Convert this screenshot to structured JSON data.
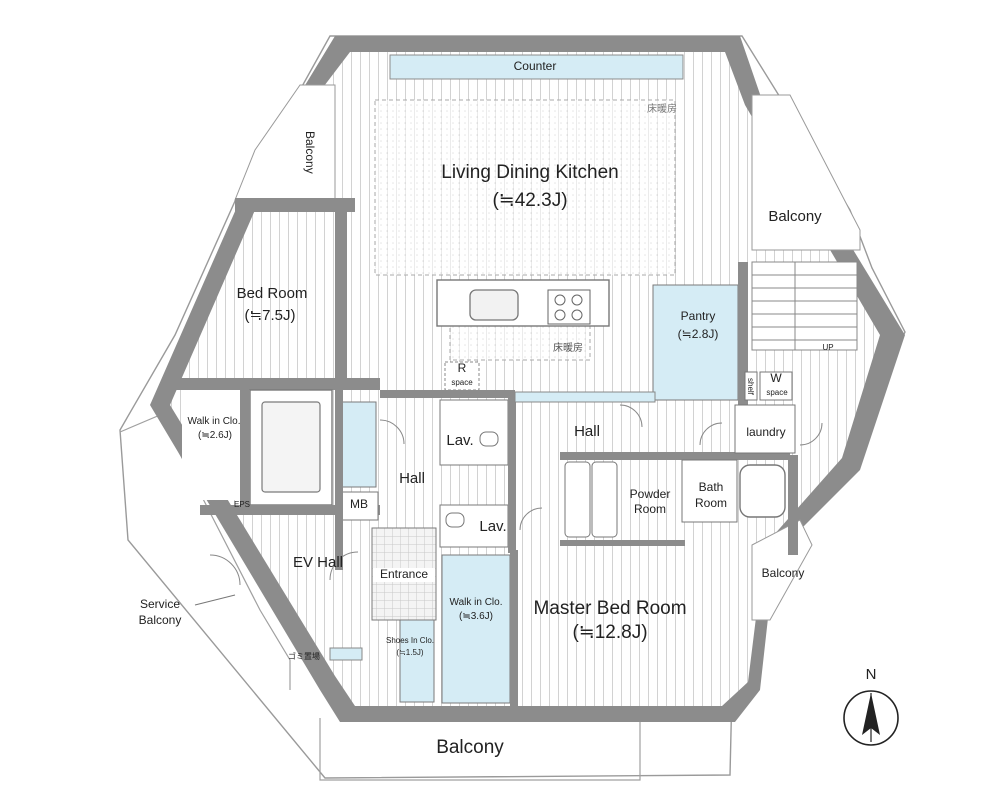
{
  "rooms": {
    "counter": "Counter",
    "ldk": {
      "name": "Living  Dining Kitchen",
      "area": "(≒42.3J)"
    },
    "floor_heat_1": "床暖房",
    "floor_heat_2": "床暖房",
    "balcony_nw": "Balcony",
    "balcony_ne": "Balcony",
    "balcony_e": "Balcony",
    "balcony_s": "Balcony",
    "bed_room": {
      "name": "Bed Room",
      "area": "(≒7.5J)"
    },
    "pantry": {
      "name": "Pantry",
      "area": "(≒2.8J)"
    },
    "r_space": {
      "letter": "R",
      "sub": "space"
    },
    "shelf": "shelf",
    "w_space": {
      "letter": "W",
      "sub": "space"
    },
    "up": "UP",
    "laundry": "laundry",
    "walk_in_clo_small": {
      "name": "Walk in Clo.",
      "area": "(≒2.6J)"
    },
    "hall_left": "Hall",
    "hall_center": "Hall",
    "lav_1": "Lav.",
    "lav_2": "Lav.",
    "mb": "MB",
    "eps": "EPS",
    "powder_room": {
      "line1": "Powder",
      "line2": "Room"
    },
    "bath_room": {
      "line1": "Bath",
      "line2": "Room"
    },
    "ev_hall": "EV  Hall",
    "entrance": "Entrance",
    "walk_in_clo_master": {
      "name": "Walk in Clo.",
      "area": "(≒3.6J)"
    },
    "master_bed_room": {
      "name": "Master Bed Room",
      "area": "(≒12.8J)"
    },
    "shoes_in_clo": {
      "name": "Shoes In Clo.",
      "area": "(≒1.5J)"
    },
    "garbage": "ゴミ置場",
    "service_balcony": {
      "line1": "Service",
      "line2": "Balcony"
    }
  },
  "compass": {
    "label": "N"
  },
  "colors": {
    "wall": "#8c8c8c",
    "storage": "#d5ecf5",
    "floor_line": "#cfcfcf",
    "outline": "#9a9a9a"
  }
}
